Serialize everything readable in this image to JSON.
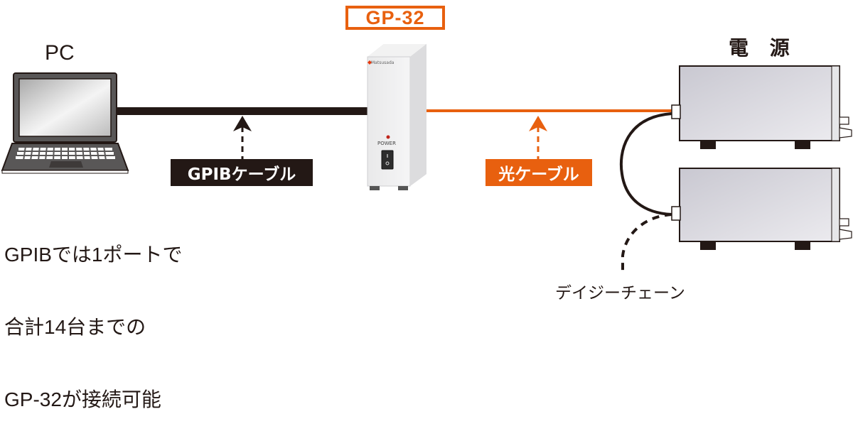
{
  "title": {
    "device_name": "GP-32"
  },
  "pc": {
    "label": "PC"
  },
  "power_supply": {
    "label": "電 源"
  },
  "gp32_unit": {
    "brand": "Matsusada",
    "power_label": "POWER"
  },
  "cables": {
    "gpib": {
      "label": "GPIBケーブル",
      "color": "#231815"
    },
    "optical": {
      "label": "光ケーブル",
      "color": "#e8600f"
    },
    "daisy_chain": {
      "label": "デイジーチェーン"
    }
  },
  "note": {
    "lines": [
      "GPIBでは1ポートで",
      "合計14台までの",
      "GP-32が接続可能"
    ]
  },
  "colors": {
    "accent": "#e8600f",
    "dark": "#231815",
    "device_gray": "#d6d5dc"
  }
}
